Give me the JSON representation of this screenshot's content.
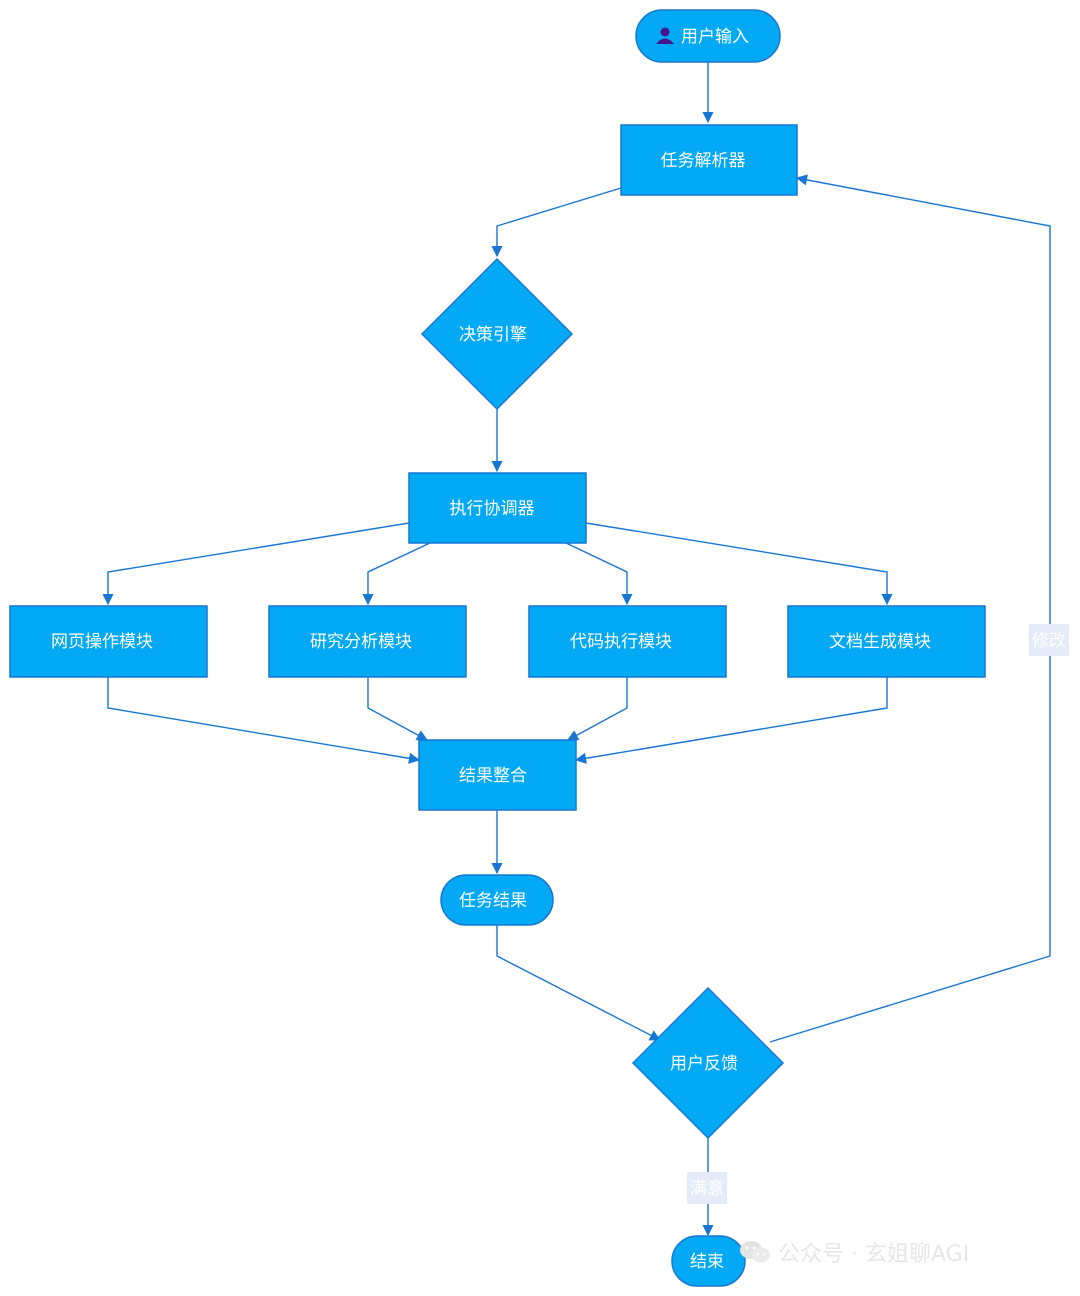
{
  "nodes": {
    "user_input": "用户输入",
    "task_parser": "任务解析器",
    "decision_engine": "决策引擎",
    "exec_coordinator": "执行协调器",
    "web_module": "网页操作模块",
    "research_module": "研究分析模块",
    "code_module": "代码执行模块",
    "doc_module": "文档生成模块",
    "result_merge": "结果整合",
    "task_result": "任务结果",
    "user_feedback": "用户反馈",
    "end": "结束"
  },
  "edge_labels": {
    "modify": "修改",
    "satisfied": "满意"
  },
  "watermark": {
    "text": "公众号 · 玄姐聊AGI"
  },
  "colors": {
    "node_fill": "#03a9f4",
    "node_stroke": "#1976d2",
    "edge": "#1976d2"
  },
  "icons": {
    "user_icon": "user-icon",
    "watermark_icon": "wechat-icon"
  }
}
